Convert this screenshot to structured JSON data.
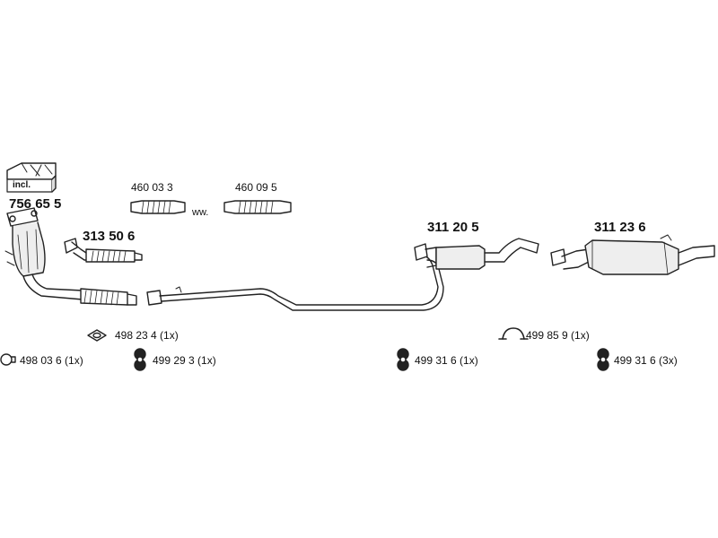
{
  "parts": {
    "catalyst_kit": "756 65 5",
    "incl": "incl.",
    "front_pipe": "313 50 6",
    "repair_pipe_a": "460 03 3",
    "repair_pipe_b": "460 09 5",
    "ww": "ww.",
    "middle_silencer": "311 20 5",
    "rear_silencer": "311 23 6"
  },
  "accessories": {
    "gasket": "498 23 4  (1x)",
    "ring": "498 03 6  (1x)",
    "rubber_mount_1": "499 29 3  (1x)",
    "rubber_mount_2": "499 31 6  (1x)",
    "clamp": "499 85 9  (1x)",
    "rubber_mount_3": "499 31 6  (3x)"
  }
}
